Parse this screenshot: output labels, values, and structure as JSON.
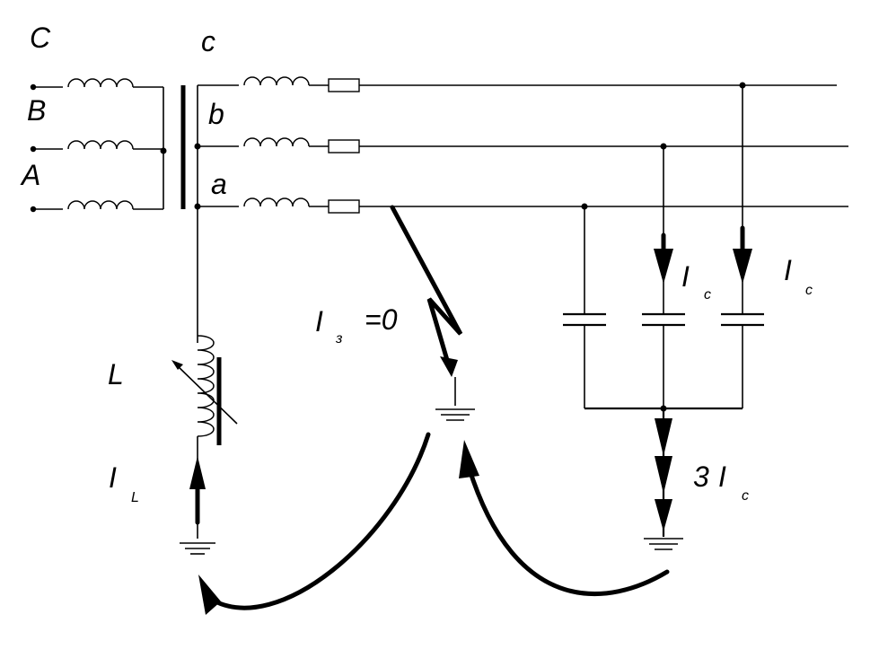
{
  "source_labels": {
    "C": "C",
    "B": "B",
    "A": "A"
  },
  "phase_labels": {
    "c": "c",
    "b": "b",
    "a": "a"
  },
  "inductor": {
    "label": "L",
    "current_main": "I",
    "current_sub": "L"
  },
  "fault": {
    "current_main": "I",
    "current_sub": "з",
    "value": "=0"
  },
  "capacitor_currents": [
    {
      "main": "I",
      "sub": "c"
    },
    {
      "main": "I",
      "sub": "c"
    }
  ],
  "total_current": {
    "prefix": "3",
    "main": "I",
    "sub": "c"
  }
}
